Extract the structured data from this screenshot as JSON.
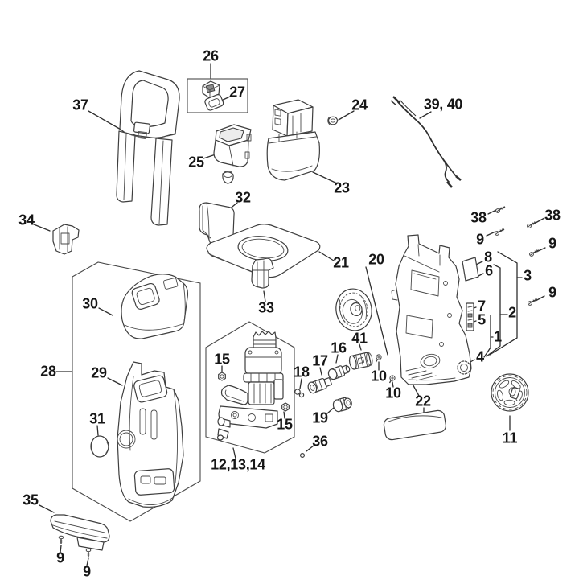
{
  "figure": {
    "type": "exploded-parts-diagram",
    "background_color": "#ffffff",
    "line_color": "#3e3e3e",
    "label_color": "#161616"
  },
  "callouts": {
    "c1": "1",
    "c2": "2",
    "c3": "3",
    "c4": "4",
    "c5": "5",
    "c6": "6",
    "c7": "7",
    "c8": "8",
    "c9a": "9",
    "c9b": "9",
    "c9c": "9",
    "c9d": "9",
    "c9e": "9",
    "c10a": "10",
    "c10b": "10",
    "c11": "11",
    "c12_13_14": "12,13,14",
    "c15a": "15",
    "c15b": "15",
    "c16": "16",
    "c17": "17",
    "c18": "18",
    "c19": "19",
    "c20": "20",
    "c21": "21",
    "c22": "22",
    "c23": "23",
    "c24": "24",
    "c25": "25",
    "c26": "26",
    "c27": "27",
    "c28": "28",
    "c29": "29",
    "c30": "30",
    "c31": "31",
    "c32": "32",
    "c33": "33",
    "c34": "34",
    "c35": "35",
    "c36": "36",
    "c37": "37",
    "c38a": "38",
    "c38b": "38",
    "c39_40": "39, 40",
    "c41": "41"
  }
}
